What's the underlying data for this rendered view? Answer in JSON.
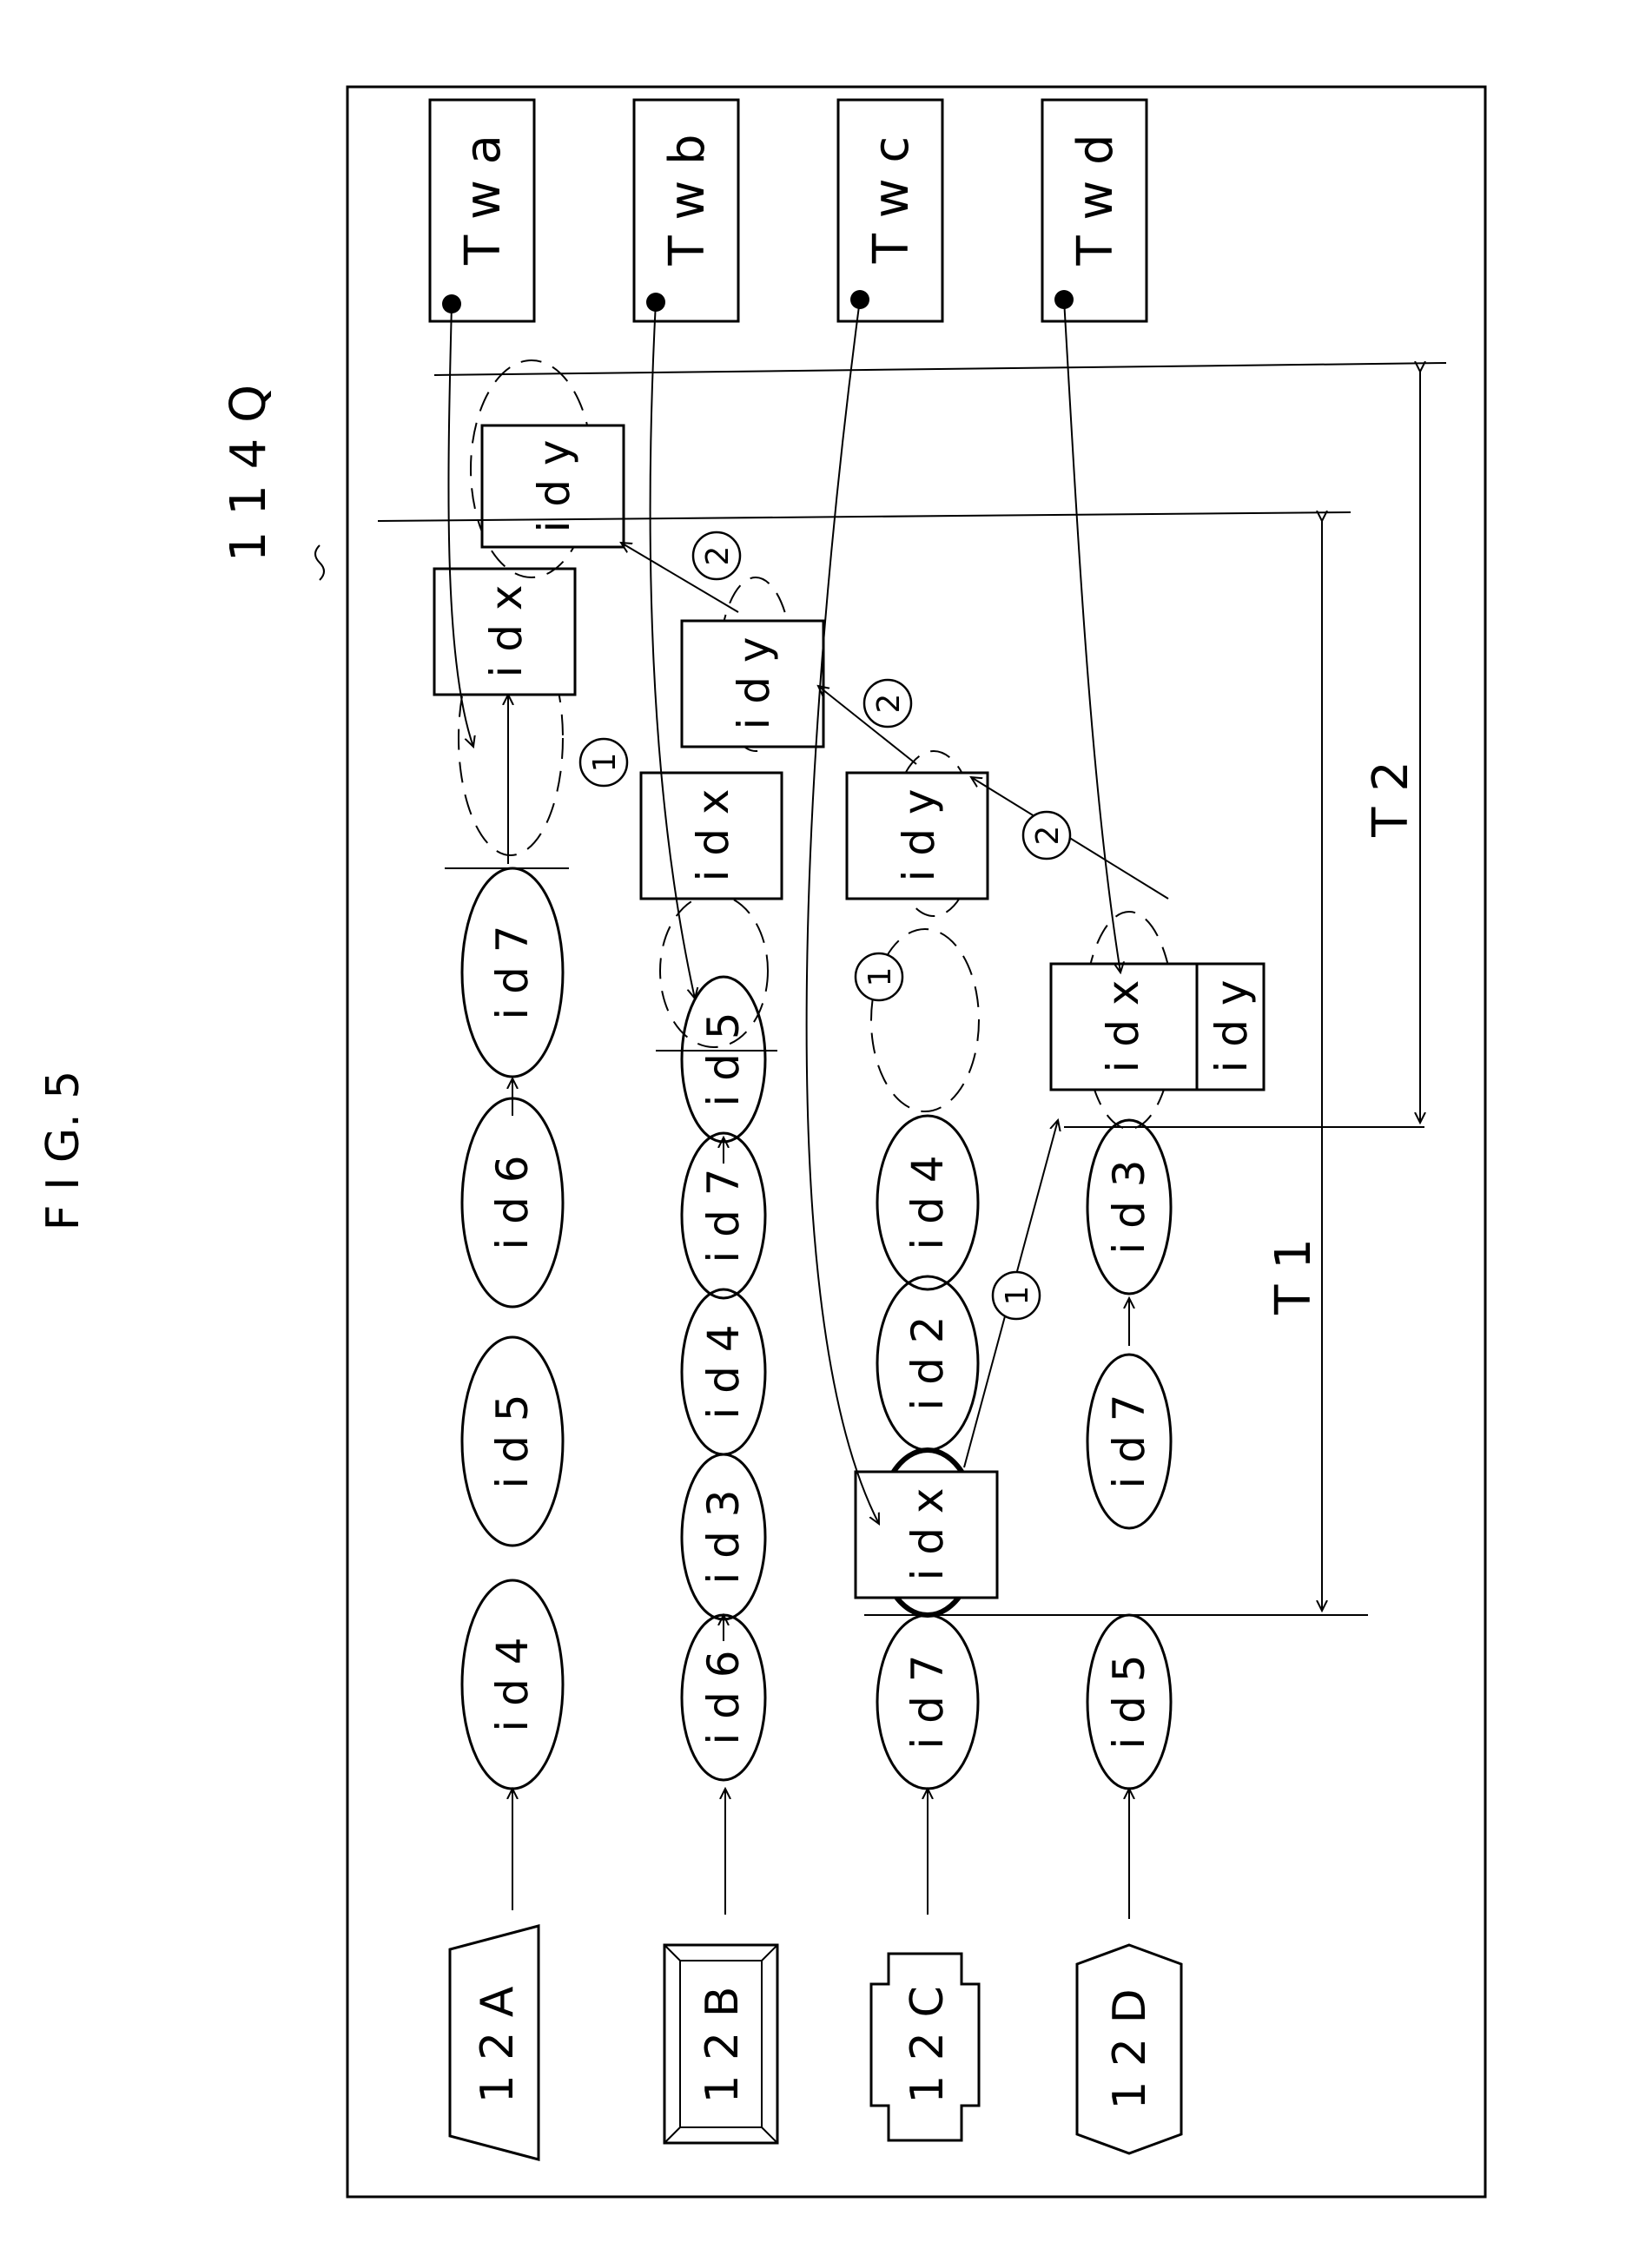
{
  "figure": {
    "title": "F I G. 5",
    "ref_label": "1 1 4 Q"
  },
  "devices": [
    {
      "label": "1 2 A",
      "shape": "trapezoid"
    },
    {
      "label": "1 2 B",
      "shape": "framed-rectangle"
    },
    {
      "label": "1 2 C",
      "shape": "notched-rectangle"
    },
    {
      "label": "1 2 D",
      "shape": "hexagon"
    }
  ],
  "rows": [
    {
      "device": "1 2 A",
      "ids": [
        "i d 4",
        "i d 5",
        "i d 6",
        "i d 7"
      ],
      "inserted": [
        {
          "label": "i d x"
        },
        {
          "label": "i d y"
        }
      ],
      "terminal": "T w a"
    },
    {
      "device": "1 2 B",
      "ids": [
        "i d 6",
        "i d 3",
        "i d 4",
        "i d 7",
        "i d 5"
      ],
      "inserted": [
        {
          "label": "i d x",
          "marker": "1"
        },
        {
          "label": "i d y",
          "marker": "2"
        }
      ],
      "terminal": "T w b"
    },
    {
      "device": "1 2 C",
      "ids": [
        "i d 7",
        "i d 2",
        "i d 4"
      ],
      "inserted": [
        {
          "label": "i d x",
          "marker": "1"
        },
        {
          "label": "i d y",
          "marker": "2"
        }
      ],
      "empty_slot_marker": "1",
      "terminal": "T w c"
    },
    {
      "device": "1 2 D",
      "ids": [
        "i d 5",
        "i d 7",
        "i d 3"
      ],
      "inserted": [
        {
          "label": "i d x"
        },
        {
          "label": "i d y"
        }
      ],
      "terminal": "T w d"
    }
  ],
  "markers": [
    "1",
    "2"
  ],
  "intervals": [
    {
      "label": "T 1"
    },
    {
      "label": "T 2"
    }
  ]
}
